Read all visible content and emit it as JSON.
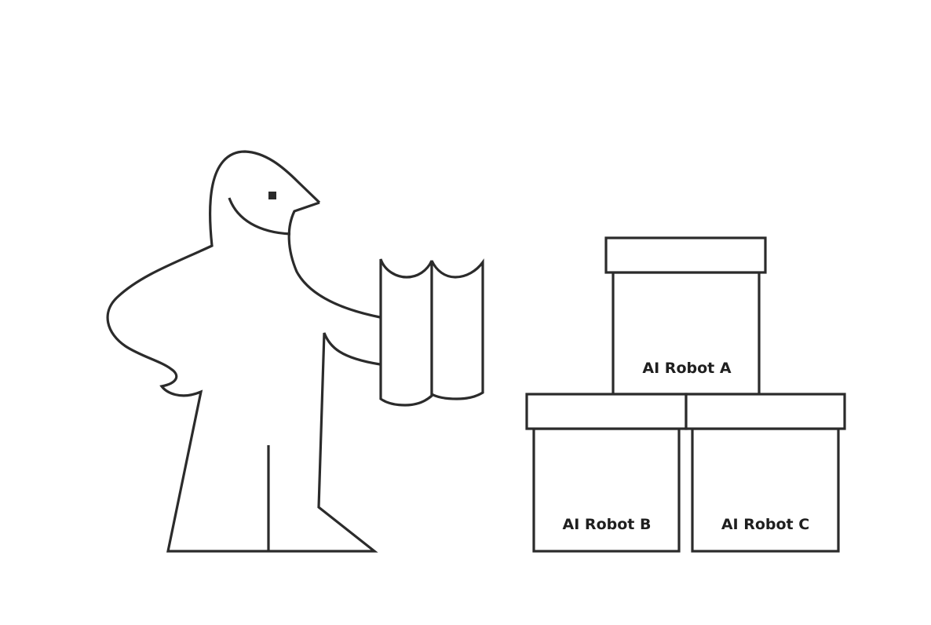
{
  "colors": {
    "ink": "#2b2b2b",
    "background": "#ffffff"
  },
  "figure": {
    "description_icon": "person-holding-folded-instructions-icon"
  },
  "boxes": {
    "top": {
      "label": "AI Robot A"
    },
    "bottom_left": {
      "label": "AI Robot B"
    },
    "bottom_right": {
      "label": "AI Robot C"
    }
  }
}
